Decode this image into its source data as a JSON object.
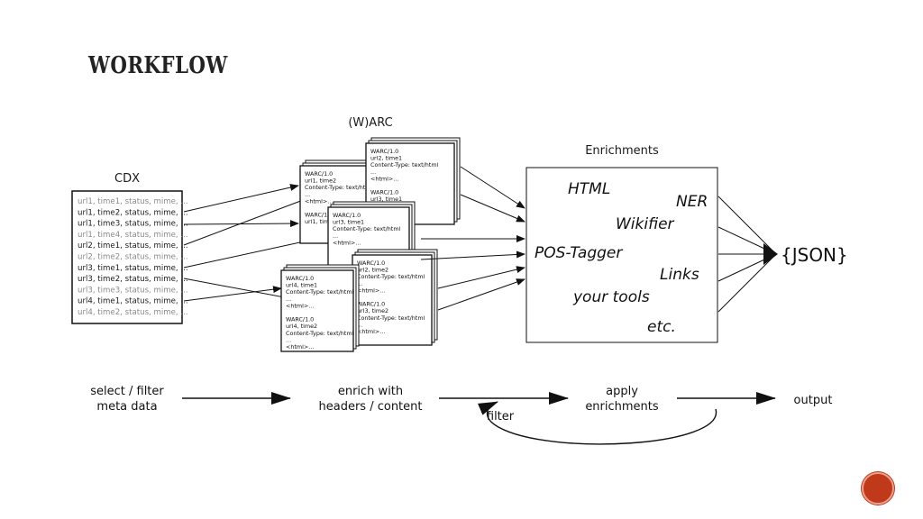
{
  "slide": {
    "title": "WORKFLOW"
  },
  "cdx": {
    "label": "CDX",
    "rows": [
      {
        "text": "url1, time1, status, mime, ...",
        "dark": false
      },
      {
        "text": "url1, time2, status, mime, ...",
        "dark": true
      },
      {
        "text": "url1, time3, status, mime, ...",
        "dark": true
      },
      {
        "text": "url1, time4, status, mime, ...",
        "dark": false
      },
      {
        "text": "url2, time1, status, mime, ...",
        "dark": true
      },
      {
        "text": "url2, time2, status, mime, ...",
        "dark": false
      },
      {
        "text": "url3, time1, status, mime, ...",
        "dark": true
      },
      {
        "text": "url3, time2, status, mime, ...",
        "dark": true
      },
      {
        "text": "url3, time3, status, mime, ...",
        "dark": false
      },
      {
        "text": "url4, time1, status, mime, ...",
        "dark": true
      },
      {
        "text": "url4, time2, status, mime, ...",
        "dark": false
      }
    ]
  },
  "warc": {
    "label": "(W)ARC",
    "docs": [
      {
        "lines": [
          "WARC/1.0",
          "url1, time2",
          "Content-Type: text/html",
          "...",
          "<html>...",
          "",
          "WARC/1.0",
          "url1, time3"
        ]
      },
      {
        "lines": [
          "WARC/1.0",
          "url2, time1",
          "Content-Type: text/html",
          "...",
          "<html>...",
          "",
          "WARC/1.0",
          "url3, time1"
        ]
      },
      {
        "lines": [
          "WARC/1.0",
          "url3, time1",
          "Content-Type: text/html",
          "...",
          "<html>..."
        ]
      },
      {
        "lines": [
          "WARC/1.0",
          "url2, time2",
          "Content-Type: text/html",
          "...",
          "<html>...",
          "",
          "WARC/1.0",
          "url3, time2",
          "Content-Type: text/html",
          "...",
          "<html>..."
        ]
      },
      {
        "lines": [
          "WARC/1.0",
          "url4, time1",
          "Content-Type: text/html",
          "...",
          "<html>...",
          "",
          "WARC/1.0",
          "url4, time2",
          "Content-Type: text/html",
          "...",
          "<html>..."
        ]
      }
    ]
  },
  "enrichments": {
    "label": "Enrichments",
    "items": [
      "HTML",
      "NER",
      "Wikifier",
      "POS-Tagger",
      "Links",
      "your tools",
      "etc."
    ]
  },
  "output": {
    "json_label": "{JSON}"
  },
  "steps": {
    "select": [
      "select / filter",
      "meta data"
    ],
    "enrich": [
      "enrich with",
      "headers / content"
    ],
    "apply": [
      "apply",
      "enrichments"
    ],
    "output": "output",
    "filter": "filter"
  }
}
